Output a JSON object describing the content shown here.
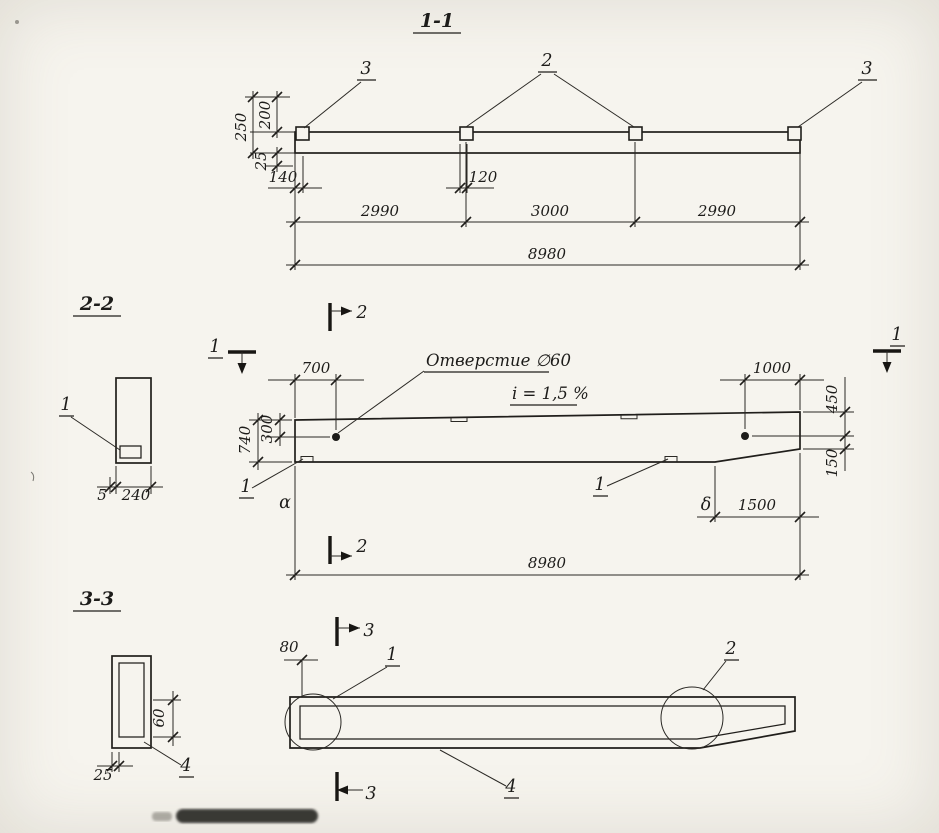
{
  "meta": {
    "paper_color": "#f6f4ee",
    "ink_color": "#1d1c1a"
  },
  "s11": {
    "title": "1-1",
    "callout_3_left": "3",
    "callout_2": "2",
    "callout_3_right": "3",
    "dim_250": "250",
    "dim_200": "200",
    "dim_25": "25",
    "dim_140": "140",
    "dim_120": "120",
    "dim_2990_left": "2990",
    "dim_3000": "3000",
    "dim_2990_right": "2990",
    "dim_8980": "8980"
  },
  "s22": {
    "title": "2-2",
    "callout_1": "1",
    "dim_5": "5",
    "dim_240": "240"
  },
  "elev": {
    "mark_2_top": "2",
    "mark_2_bottom": "2",
    "mark_1_left": "1",
    "mark_1_right": "1",
    "hole_note": "Отверстие ∅60",
    "slope_note": "i = 1,5 %",
    "dim_700": "700",
    "dim_1000": "1000",
    "dim_450": "450",
    "dim_150": "150",
    "dim_740": "740",
    "dim_300": "300",
    "dim_1500": "1500",
    "dim_8980": "8980",
    "callout_1_left": "1",
    "callout_1_mid": "1",
    "label_alpha": "α",
    "label_delta": "δ"
  },
  "s33": {
    "title": "3-3",
    "callout_4": "4",
    "dim_60": "60",
    "dim_25": "25"
  },
  "plan": {
    "mark_3_top": "3",
    "mark_3_bottom": "3",
    "dim_80": "80",
    "callout_1": "1",
    "callout_2": "2",
    "callout_4": "4"
  }
}
